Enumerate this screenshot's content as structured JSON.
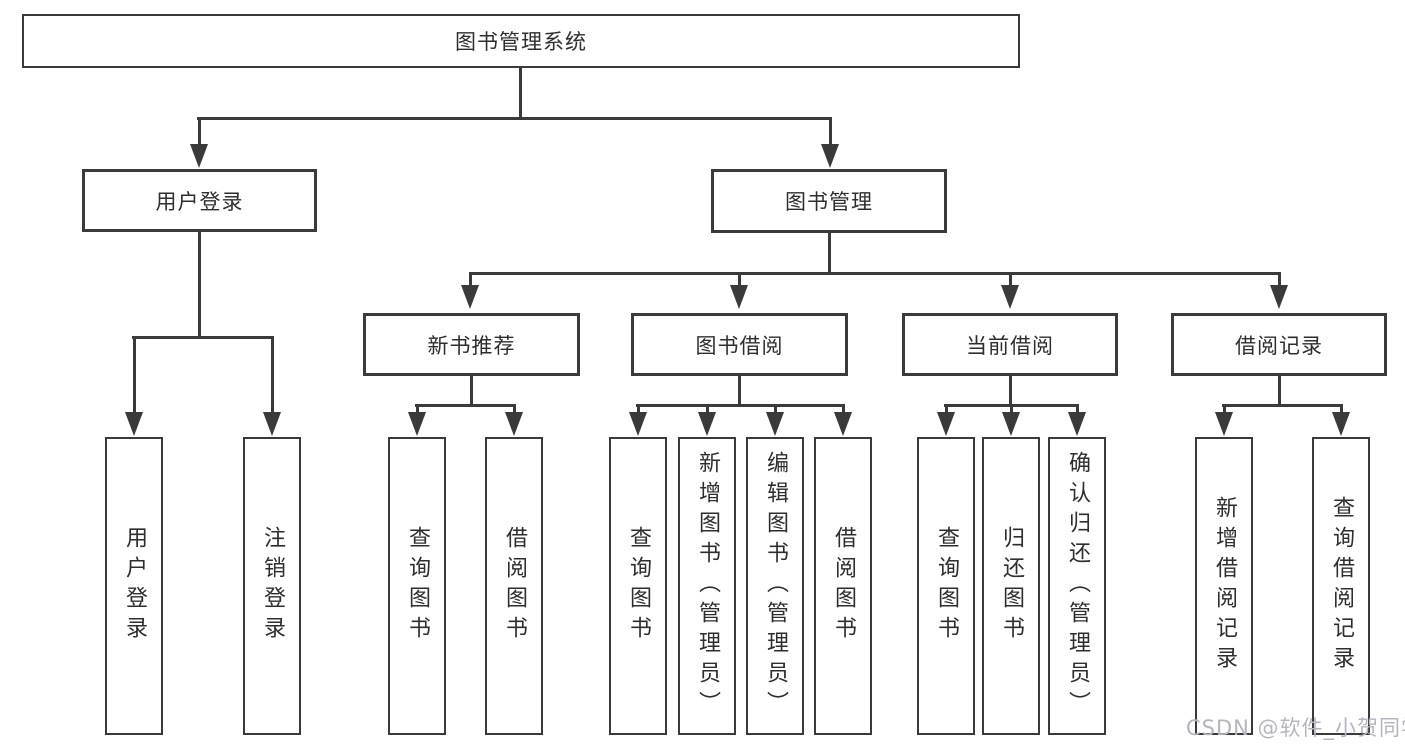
{
  "title": "图书管理系统",
  "tree": {
    "label": "图书管理系统",
    "children": [
      {
        "label": "用户登录",
        "children": [
          {
            "label": "用户登录"
          },
          {
            "label": "注销登录"
          }
        ]
      },
      {
        "label": "图书管理",
        "children": [
          {
            "label": "新书推荐",
            "children": [
              {
                "label": "查询图书"
              },
              {
                "label": "借阅图书"
              }
            ]
          },
          {
            "label": "图书借阅",
            "children": [
              {
                "label": "查询图书"
              },
              {
                "label": "新增图书（管理员）"
              },
              {
                "label": "编辑图书（管理员）"
              },
              {
                "label": "借阅图书"
              }
            ]
          },
          {
            "label": "当前借阅",
            "children": [
              {
                "label": "查询图书"
              },
              {
                "label": "归还图书"
              },
              {
                "label": "确认归还（管理员）"
              }
            ]
          },
          {
            "label": "借阅记录",
            "children": [
              {
                "label": "新增借阅记录"
              },
              {
                "label": "查询借阅记录"
              }
            ]
          }
        ]
      }
    ]
  },
  "watermark": {
    "text": "CSDN @软件_小贺同学",
    "color": "#b5b5c1"
  },
  "colors": {
    "line": "#3a3a3a",
    "box_border": "#3a3a3a",
    "text": "#2e2e2e",
    "background": "#ffffff"
  }
}
